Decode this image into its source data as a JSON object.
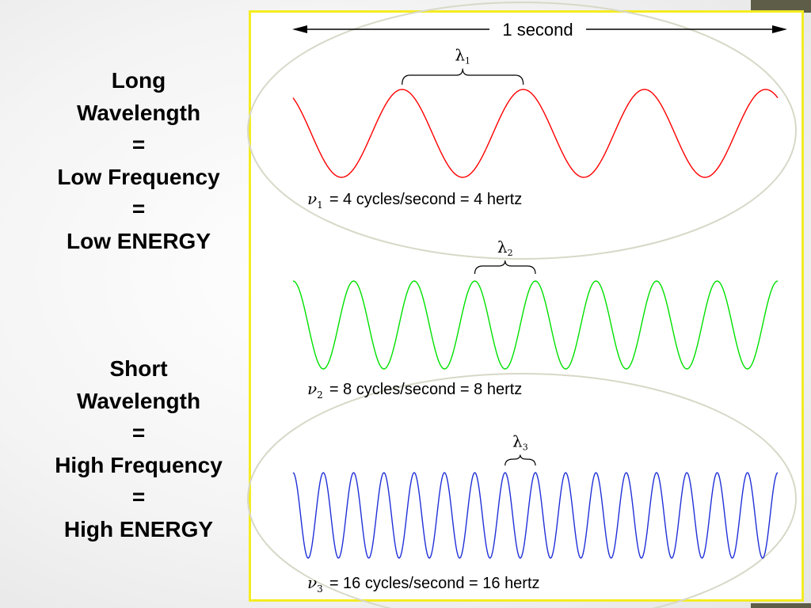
{
  "left_panel": {
    "long_block": [
      "Long",
      "Wavelength",
      "=",
      "Low Frequency",
      "=",
      "Low ENERGY"
    ],
    "short_block": [
      "Short",
      "Wavelength",
      "=",
      "High Frequency",
      "=",
      "High ENERGY"
    ]
  },
  "figure": {
    "time_span_label": "1 second",
    "waves": [
      {
        "cycles": 4,
        "color": "#ff0000",
        "lambda_symbol": "λ",
        "lambda_subscript": "1",
        "nu_symbol": "ν",
        "nu_subscript": "1",
        "label": "= 4 cycles/second = 4 hertz"
      },
      {
        "cycles": 8,
        "color": "#00e000",
        "lambda_symbol": "λ",
        "lambda_subscript": "2",
        "nu_symbol": "ν",
        "nu_subscript": "2",
        "label": "= 8 cycles/second = 8 hertz"
      },
      {
        "cycles": 16,
        "color": "#2030d8",
        "lambda_symbol": "λ",
        "lambda_subscript": "3",
        "nu_symbol": "ν",
        "nu_subscript": "3",
        "label": "= 16 cycles/second = 16 hertz"
      }
    ],
    "frame_color": "#f4ec21",
    "ellipse_color": "#d8d8c8"
  }
}
